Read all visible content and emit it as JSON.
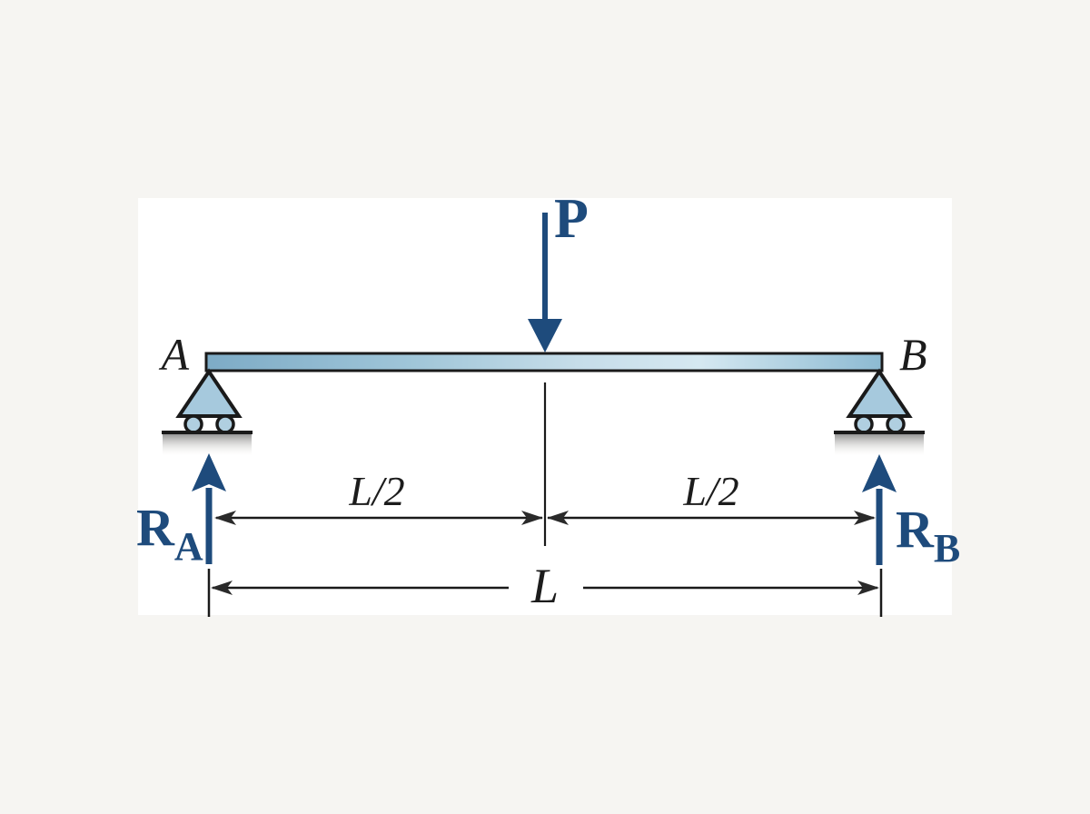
{
  "page": {
    "background_color": "#f6f5f2",
    "panel_color": "#ffffff"
  },
  "colors": {
    "accent_blue": "#1e4b7c",
    "line_black": "#1a1a1a",
    "beam_fill_dark": "#7dabc6",
    "beam_fill_light": "#d5e8f1",
    "support_triangle_fill": "#a6c9dd",
    "roller_fill": "#b0cfe0",
    "ground_gray": "#999999"
  },
  "diagram": {
    "type": "simply-supported beam with central point load",
    "load_label": "P",
    "support_left_label": "A",
    "support_right_label": "B",
    "reaction_left": {
      "base": "R",
      "subscript": "A"
    },
    "reaction_right": {
      "base": "R",
      "subscript": "B"
    },
    "dimension_left_label": "L/2",
    "dimension_right_label": "L/2",
    "dimension_total_label": "L"
  }
}
